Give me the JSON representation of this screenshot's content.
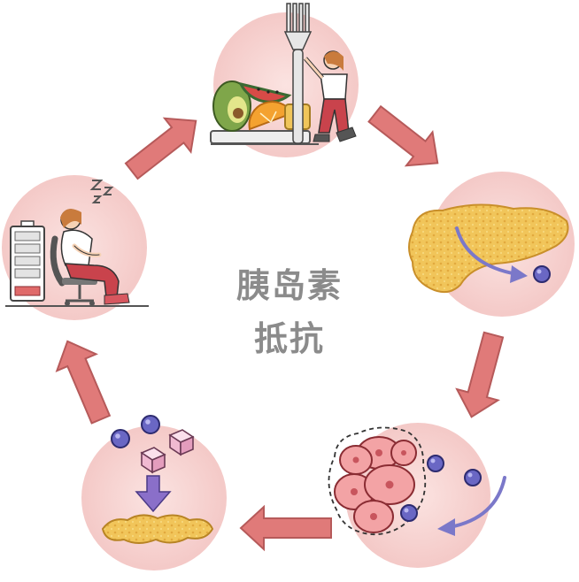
{
  "center_title": {
    "line1": "胰岛素",
    "line2": "抵抗"
  },
  "stages": [
    {
      "id": "eating",
      "icon": "meal-with-fork-icon"
    },
    {
      "id": "pancreas",
      "icon": "pancreas-releasing-insulin-icon"
    },
    {
      "id": "cells",
      "icon": "cells-resisting-insulin-icon"
    },
    {
      "id": "fat",
      "icon": "sugar-to-fat-storage-icon"
    },
    {
      "id": "fatigue",
      "icon": "tired-person-low-battery-icon"
    }
  ],
  "colors": {
    "circle": "#f6d2d0",
    "arrow": "#e07a79",
    "arrow_outline": "#b65a5a",
    "insulin": "#7b78c9",
    "pancreas": "#f1c55a",
    "cell": "#f3a3a5",
    "battery_low": "#e06a6a",
    "text": "#8b8b8b"
  }
}
